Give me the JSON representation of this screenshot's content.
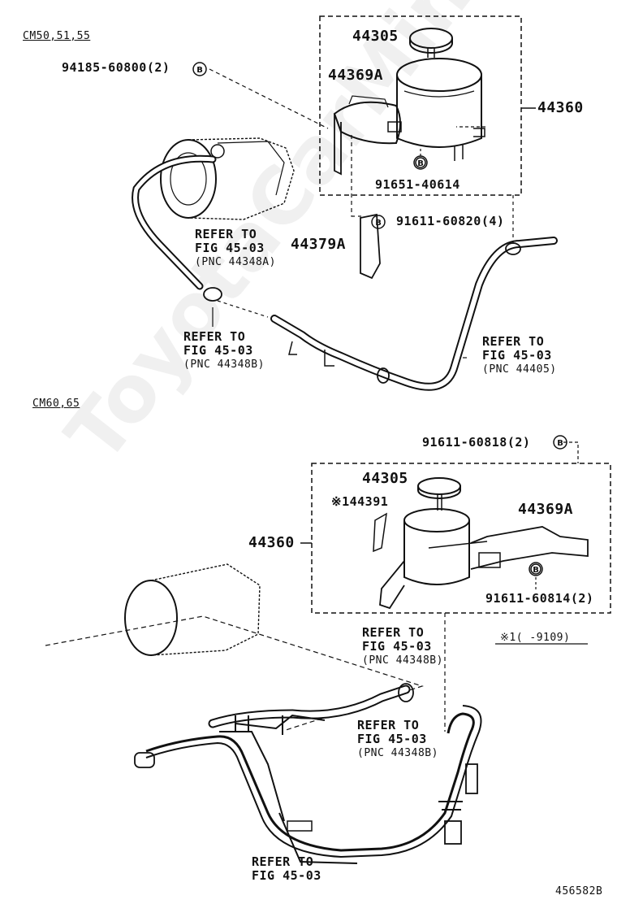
{
  "watermark": "ToyotaCarMine.ru",
  "figure_id": "456582B",
  "section_top": {
    "header": "CM50,51,55",
    "labels": {
      "p44305": "44305",
      "p44369a": "44369A",
      "p44360": "44360",
      "p94185": "94185-60800(2)",
      "p91651": "91651-40614",
      "p91611": "91611-60820(4)",
      "p44379a": "44379A"
    },
    "circle_mark": "B",
    "refs": [
      {
        "line1": "REFER TO",
        "line2": "FIG 45-03",
        "line3": "(PNC 44348A)"
      },
      {
        "line1": "REFER TO",
        "line2": "FIG 45-03",
        "line3": "(PNC 44348B)"
      },
      {
        "line1": "REFER TO",
        "line2": "FIG 45-03",
        "line3": "(PNC 44405)"
      }
    ]
  },
  "section_bottom": {
    "header": "CM60,65",
    "labels": {
      "p91611_818": "91611-60818(2)",
      "p44305": "44305",
      "p44391": "※144391",
      "p44369a": "44369A",
      "p44360": "44360",
      "p91611_814": "91611-60814(2)"
    },
    "note": "※1(    -9109)",
    "refs": [
      {
        "line1": "REFER TO",
        "line2": "FIG 45-03",
        "line3": "(PNC 44348B)"
      },
      {
        "line1": "REFER TO",
        "line2": "FIG 45-03",
        "line3": "(PNC 44348B)"
      },
      {
        "line1": "REFER TO",
        "line2": "FIG 45-03",
        "line3": ""
      }
    ]
  }
}
